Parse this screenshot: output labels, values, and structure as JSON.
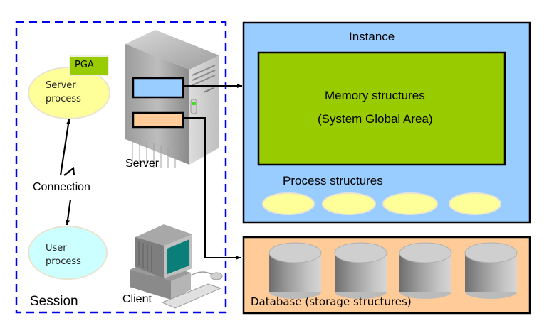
{
  "session": {
    "label": "Session",
    "server_process": {
      "line1": "Server",
      "line2": "process",
      "pga_label": "PGA"
    },
    "user_process": {
      "line1": "User",
      "line2": "process"
    },
    "connection_label": "Connection",
    "server_label": "Server",
    "client_label": "Client"
  },
  "instance": {
    "title": "Instance",
    "memory": {
      "line1": "Memory structures",
      "line2": "(System Global Area)"
    },
    "process_structures_label": "Process structures",
    "process_count": 4
  },
  "database": {
    "label": "Database (storage structures)",
    "datafile_count": 4
  },
  "colors": {
    "session_border": "#0000ee",
    "instance_fill": "#99ccff",
    "sga_fill": "#99cc00",
    "pga_fill": "#99cc00",
    "server_process_fill": "#ffff99",
    "user_process_fill": "#ccffff",
    "database_fill": "#ffcc99",
    "process_ellipse_fill": "#ffff99",
    "monitor_screen": "#0a7f7a"
  }
}
